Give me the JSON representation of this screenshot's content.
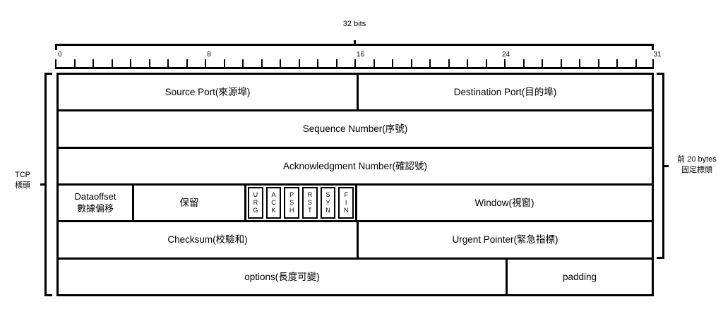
{
  "top": {
    "caption": "32 bits"
  },
  "ruler": {
    "divisions": 32,
    "labels": [
      {
        "text": "0",
        "x_frac": 0.008
      },
      {
        "text": "8",
        "x_frac": 0.257
      },
      {
        "text": "16",
        "x_frac": 0.51
      },
      {
        "text": "24",
        "x_frac": 0.753
      },
      {
        "text": "31",
        "x_frac": 1.006
      }
    ]
  },
  "table": {
    "source_port": "Source Port(來源埠)",
    "destination_port": "Destination Port(目的埠)",
    "sequence_number": "Sequence Number(序號)",
    "acknowledgment_number": "Acknowledgment Number(確認號)",
    "data_offset": "Dataoffset\n數據偏移",
    "reserved": "保留",
    "flags": [
      "U\nR\nG",
      "A\nC\nK",
      "P\nS\nH",
      "R\nS\nT",
      "S\nY\nN",
      "F\nI\nN"
    ],
    "window": "Window(視窗)",
    "checksum": "Checksum(校驗和)",
    "urgent_pointer": "Urgent Pointer(緊急指標)",
    "options": "options(長度可變)",
    "padding": "padding"
  },
  "left_label": "TCP\n標頭",
  "right_label": "前 20 bytes\n固定標頭",
  "colors": {
    "line": "#000000",
    "background": "#ffffff",
    "text": "#000000"
  }
}
